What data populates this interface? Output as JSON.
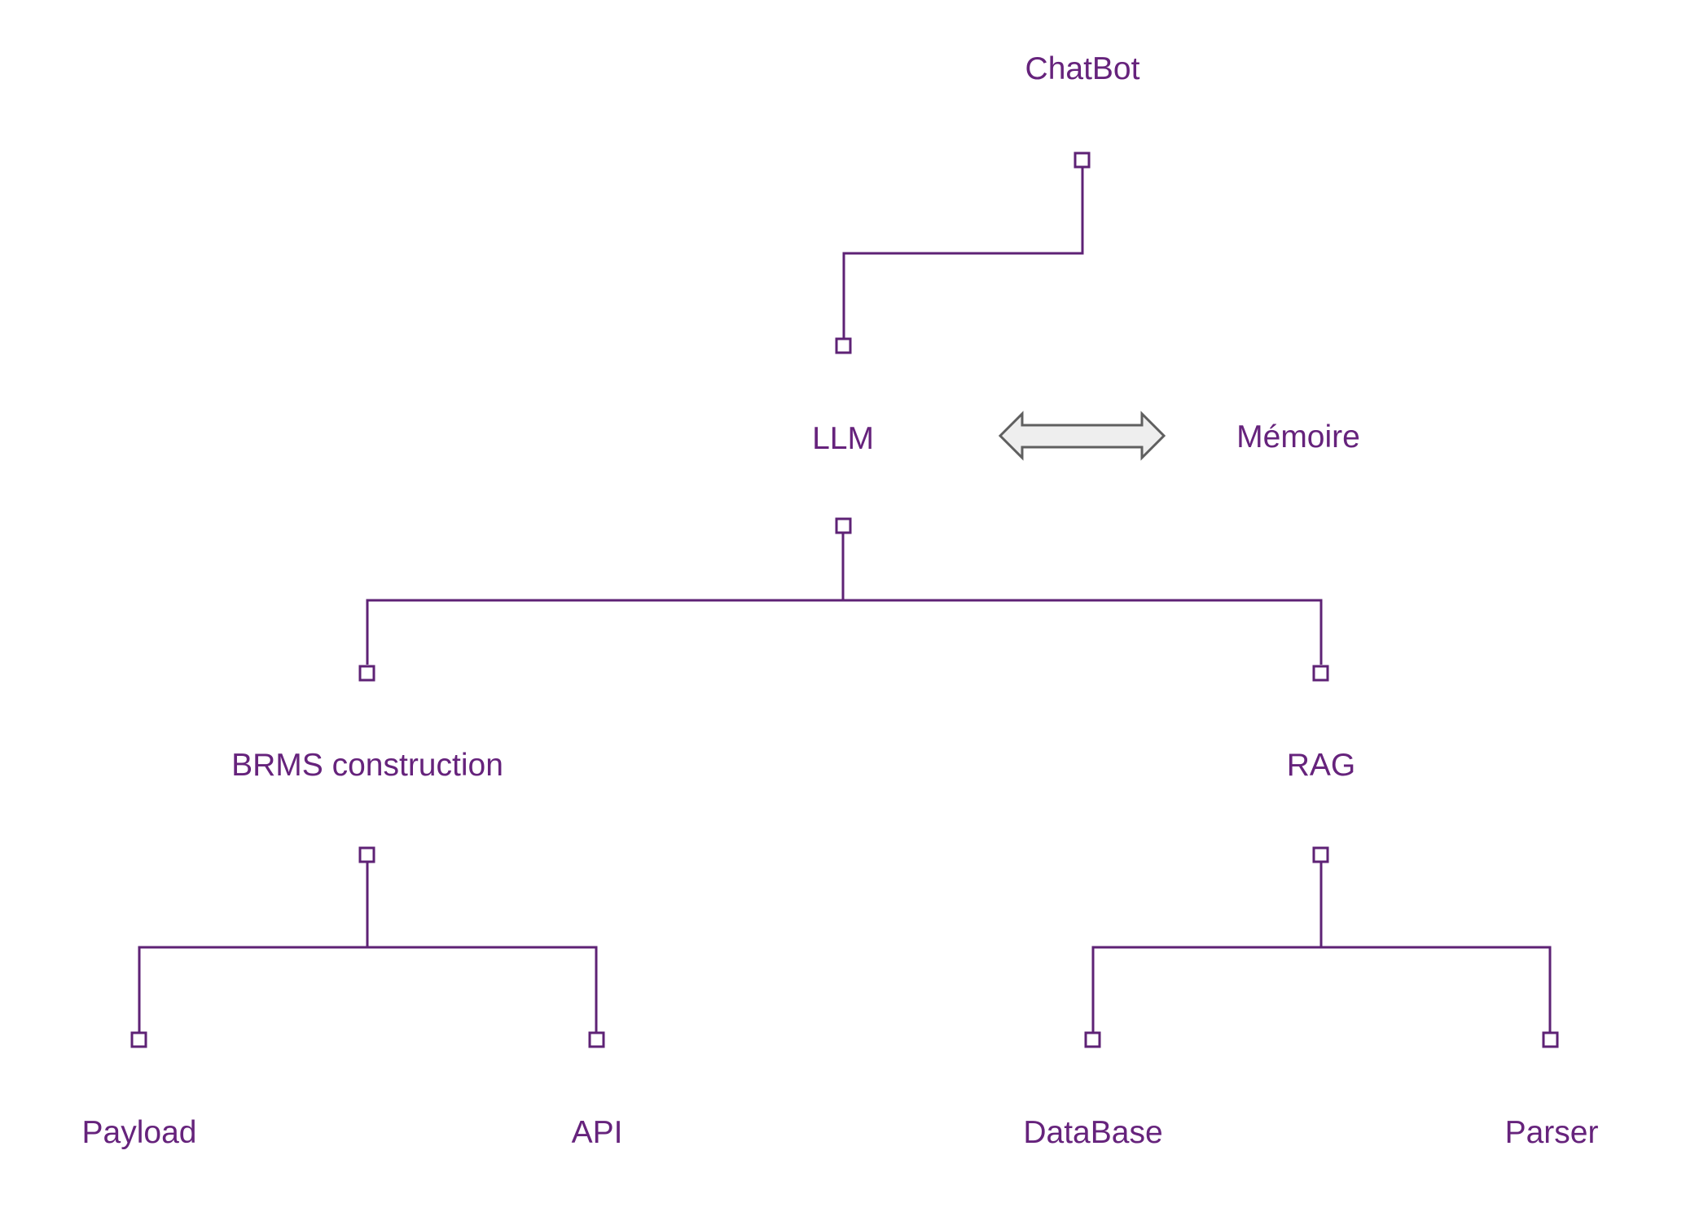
{
  "diagram": {
    "colors": {
      "node_text": "#66237c",
      "connector": "#5e2275",
      "arrow_fill": "#eeeeee",
      "arrow_stroke": "#5f5f5f",
      "background": "#ffffff"
    },
    "nodes": {
      "chatbot": "ChatBot",
      "llm": "LLM",
      "memoire": "Mémoire",
      "brms": "BRMS construction",
      "rag": "RAG",
      "payload": "Payload",
      "api": "API",
      "database": "DataBase",
      "parser": "Parser"
    },
    "edges": [
      {
        "from": "chatbot",
        "to": "llm",
        "type": "tree"
      },
      {
        "from": "llm",
        "to": "brms",
        "type": "tree"
      },
      {
        "from": "llm",
        "to": "rag",
        "type": "tree"
      },
      {
        "from": "brms",
        "to": "payload",
        "type": "tree"
      },
      {
        "from": "brms",
        "to": "api",
        "type": "tree"
      },
      {
        "from": "rag",
        "to": "database",
        "type": "tree"
      },
      {
        "from": "rag",
        "to": "parser",
        "type": "tree"
      },
      {
        "from": "llm",
        "to": "memoire",
        "type": "bidirectional-arrow"
      }
    ]
  }
}
